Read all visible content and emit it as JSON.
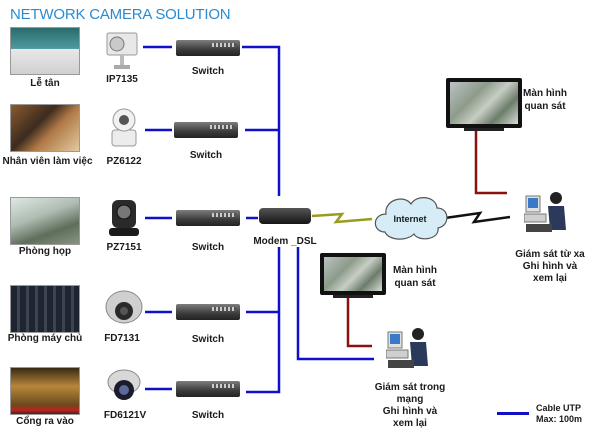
{
  "title": "NETWORK CAMERA SOLUTION",
  "colors": {
    "title": "#2a8bd0",
    "utp_cable": "#1010c8",
    "monitor_cable": "#8b1010",
    "wireless_link_modem": "#9a9a20",
    "wireless_link_remote": "#111111"
  },
  "rows": [
    {
      "location": "Lễ tân",
      "camera": "IP7135",
      "switch": "Switch"
    },
    {
      "location": "Nhân viên làm việc",
      "camera": "PZ6122",
      "switch": "Switch"
    },
    {
      "location": "Phòng họp",
      "camera": "PZ7151",
      "switch": "Switch"
    },
    {
      "location": "Phòng máy chủ",
      "camera": "FD7131",
      "switch": "Switch"
    },
    {
      "location": "Cổng ra vào",
      "camera": "FD6121V",
      "switch": "Switch"
    }
  ],
  "modem": {
    "label": "Modem _DSL"
  },
  "internet": {
    "label": "Internet"
  },
  "remote_site": {
    "monitor_label_line1": "Màn hình",
    "monitor_label_line2": "quan sát",
    "station_label_line1": "Giám sát từ xa",
    "station_label_line2": "Ghi hình và",
    "station_label_line3": "xem lại"
  },
  "local_site": {
    "monitor_label_line1": "Màn hình",
    "monitor_label_line2": "quan sát",
    "station_label_line1": "Giám sát trong",
    "station_label_line2": "mạng",
    "station_label_line3": "Ghi hình và",
    "station_label_line4": "xem lại"
  },
  "legend": {
    "line1": "Cable UTP",
    "line2": "Max: 100m"
  }
}
